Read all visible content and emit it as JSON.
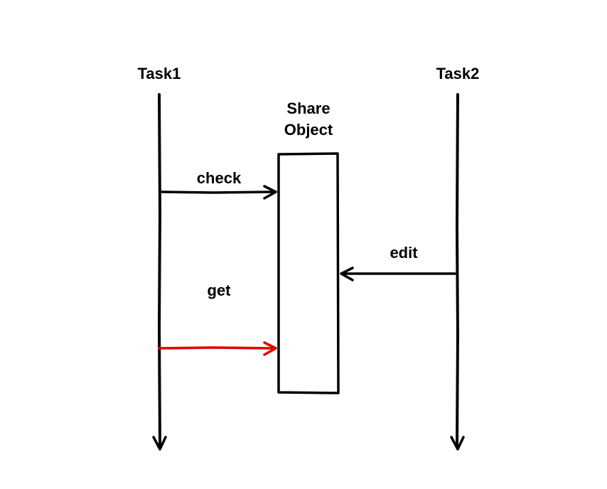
{
  "colors": {
    "ink": "#000000",
    "highlight": "#e60000",
    "background": "#ffffff"
  },
  "lifelines": [
    {
      "label": "Task1"
    },
    {
      "label": "Task2"
    }
  ],
  "shared_object": {
    "label_line1": "Share",
    "label_line2": "Object"
  },
  "messages": [
    {
      "label": "check",
      "from": "Task1",
      "to": "Share Object",
      "color": "ink"
    },
    {
      "label": "edit",
      "from": "Task2",
      "to": "Share Object",
      "color": "ink"
    },
    {
      "label": "get",
      "from": "Task1",
      "to": "Share Object",
      "color": "highlight"
    }
  ]
}
